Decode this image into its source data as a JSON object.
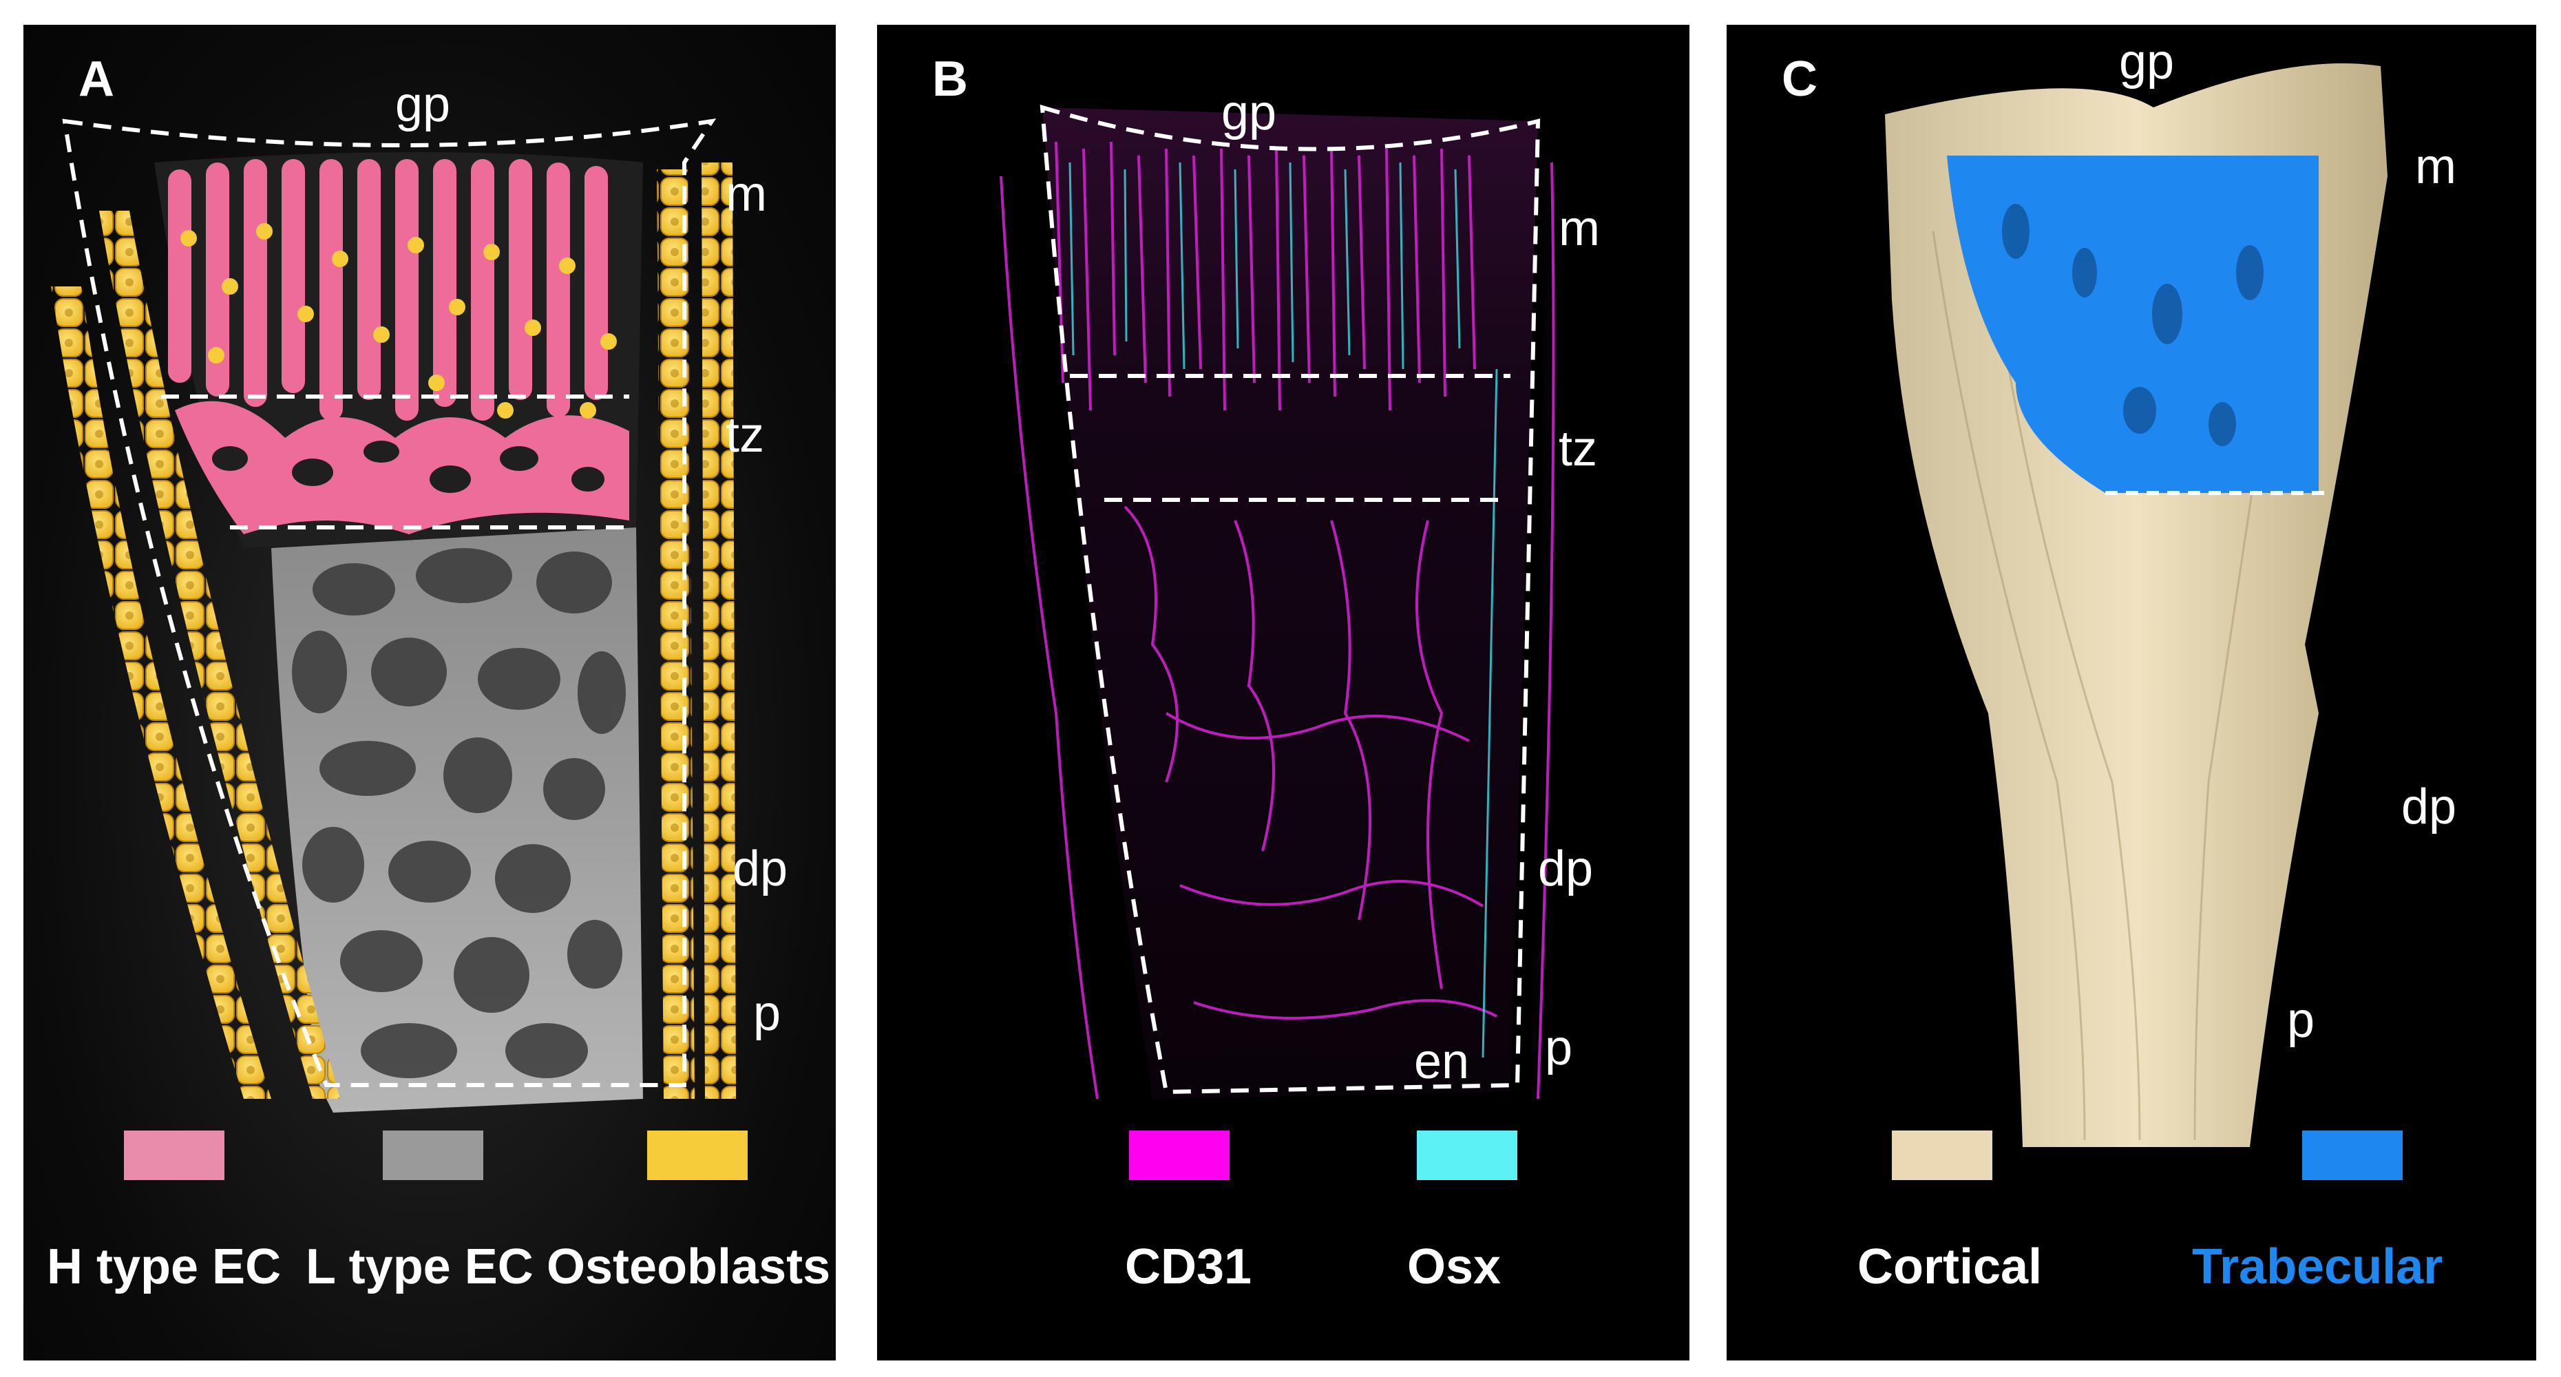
{
  "panels": [
    {
      "letter": "A",
      "zones": {
        "gp": "gp",
        "m": "m",
        "tz": "tz",
        "dp": "dp",
        "p": "p"
      },
      "legend": [
        {
          "label": "H type EC",
          "color": "#e98bab"
        },
        {
          "label": "L type EC",
          "color": "#9a9a9a"
        },
        {
          "label": "Osteoblasts",
          "color": "#f7cc3a"
        }
      ]
    },
    {
      "letter": "B",
      "zones": {
        "gp": "gp",
        "m": "m",
        "tz": "tz",
        "dp": "dp",
        "p": "p",
        "en": "en"
      },
      "legend": [
        {
          "label": "CD31",
          "color": "#ff00f0"
        },
        {
          "label": "Osx",
          "color": "#5cf2f5"
        }
      ]
    },
    {
      "letter": "C",
      "zones": {
        "gp": "gp",
        "m": "m",
        "dp": "dp",
        "p": "p"
      },
      "legend": [
        {
          "label": "Cortical",
          "color": "#ead9b4",
          "text_color": "#ffffff"
        },
        {
          "label": "Trabecular",
          "color": "#1f87f0",
          "text_color": "#1f87f0"
        }
      ]
    }
  ]
}
